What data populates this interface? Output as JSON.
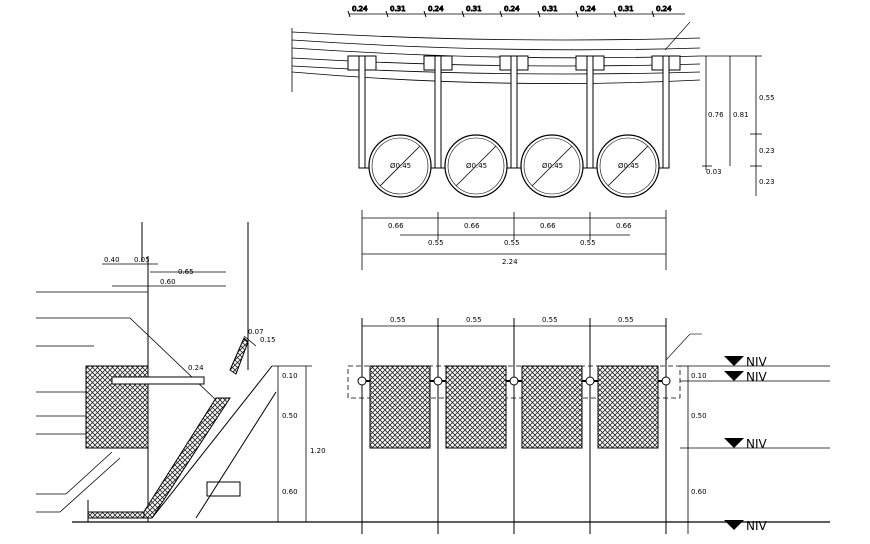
{
  "top_spacing": [
    "0.24",
    "0.31",
    "0.24",
    "0.31",
    "0.24",
    "0.31",
    "0.24",
    "0.31",
    "0.24"
  ],
  "pipe_label": "Ø0.45",
  "pipe_count": 4,
  "span_dims": [
    "0.66",
    "0.66",
    "0.66",
    "0.66"
  ],
  "center_dims": [
    "0.55",
    "0.55",
    "0.55"
  ],
  "total_width": "2.24",
  "right_dims": {
    "h1": "0.76",
    "h2": "0.81",
    "h3": "0.03",
    "seg1": "0.55",
    "seg2": "0.23",
    "seg3": "0.23"
  },
  "section": {
    "d1": "0.40",
    "d2": "0.05",
    "d3": "0.65",
    "d4": "0.60",
    "angle1": "0.07",
    "angle2": "0.15",
    "slope": "0.24"
  },
  "left_vertical": {
    "top": "0.10",
    "mid": "0.50",
    "bottom": "0.60",
    "total": "1.20"
  },
  "elev_dims": [
    "0.55",
    "0.55",
    "0.55",
    "0.55"
  ],
  "elev_vertical": {
    "top": "0.10",
    "mid": "0.50",
    "bottom": "0.60"
  },
  "level_label": "NIV"
}
